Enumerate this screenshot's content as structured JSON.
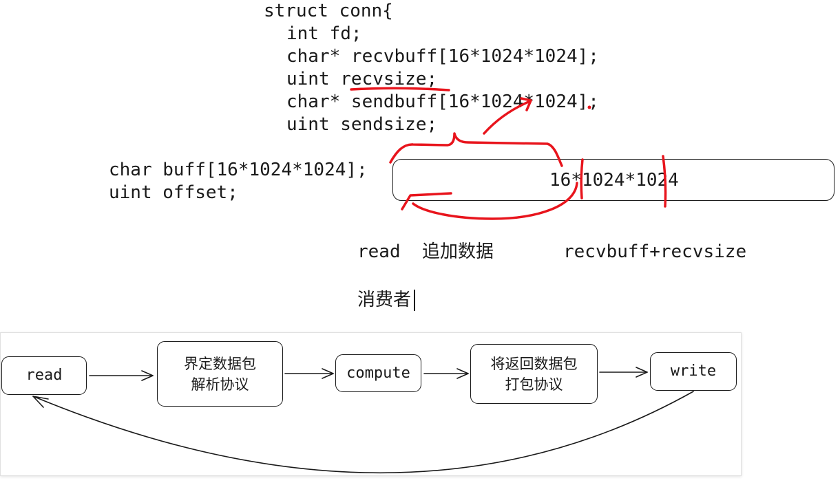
{
  "code_struct": {
    "lines": [
      "struct conn{",
      "int fd;",
      "char* recvbuff[16*1024*1024];",
      "uint recvsize;",
      "char* sendbuff[16*1024*1024];",
      "uint sendsize;"
    ]
  },
  "code_buffer": {
    "lines": [
      "char buff[16*1024*1024];",
      "uint offset;"
    ]
  },
  "buffer_bar": {
    "label": "16*1024*1024"
  },
  "labels": {
    "read": "read",
    "append": "追加数据",
    "pointer": "recvbuff+recvsize",
    "consumer": "消费者"
  },
  "flow": {
    "nodes": [
      {
        "label": "read"
      },
      {
        "lines": [
          "界定数据包",
          "解析协议"
        ]
      },
      {
        "label": "compute"
      },
      {
        "lines": [
          "将返回数据包",
          "打包协议"
        ]
      },
      {
        "label": "write"
      }
    ]
  },
  "colors": {
    "ink": "#1a1a1a",
    "annotation": "#e8141c",
    "panel_border": "#e0e0e0"
  }
}
